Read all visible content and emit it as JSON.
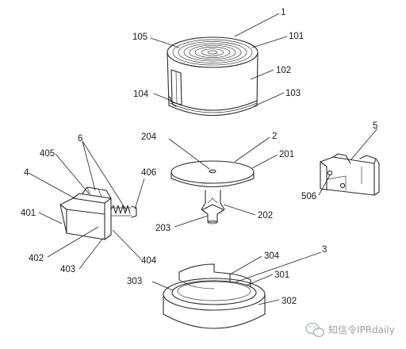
{
  "labels": {
    "l1": "1",
    "l101": "101",
    "l102": "102",
    "l103": "103",
    "l104": "104",
    "l105": "105",
    "l2": "2",
    "l201": "201",
    "l202": "202",
    "l203": "203",
    "l204": "204",
    "l3": "3",
    "l301": "301",
    "l302": "302",
    "l303": "303",
    "l304": "304",
    "l4": "4",
    "l401": "401",
    "l402": "402",
    "l403": "403",
    "l404": "404",
    "l405": "405",
    "l406": "406",
    "l5": "5",
    "l506": "506",
    "l6": "6"
  },
  "watermark": {
    "icon": "wechat-icon",
    "text": "知信令IPRdaily"
  },
  "colors": {
    "line": "#2a2a2a",
    "background": "#ffffff",
    "watermark": "#9aa0a6"
  }
}
